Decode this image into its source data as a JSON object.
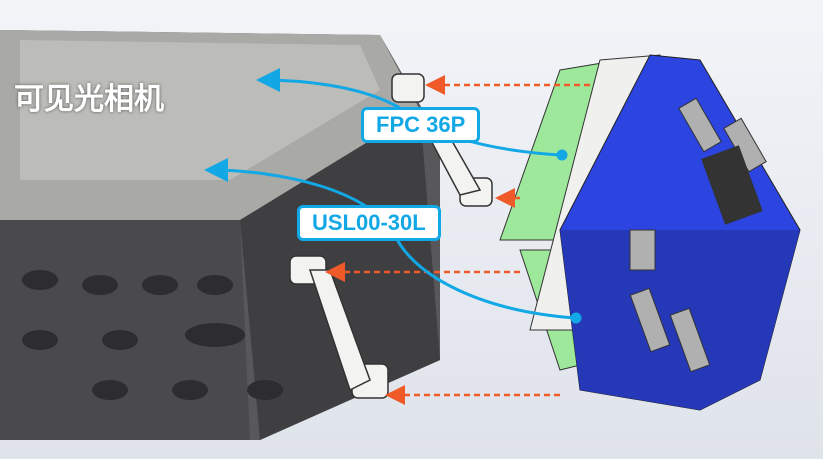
{
  "title": "可见光相机",
  "labels": {
    "fpc": "FPC 36P",
    "usl": "USL00-30L"
  },
  "colors": {
    "callout": "#12a8e6",
    "arrow": "#f05a28",
    "board": "#2c44e0",
    "green": "#9de89a"
  }
}
